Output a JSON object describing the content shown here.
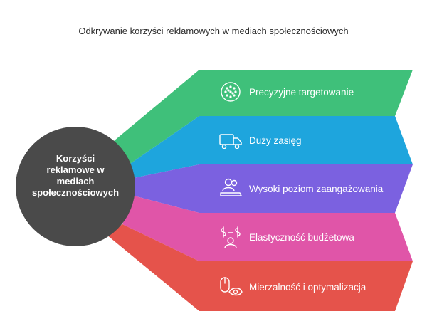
{
  "title": "Odkrywanie korzyści reklamowych w mediach społecznościowych",
  "hub": {
    "label_lines": [
      "Korzyści",
      "reklamowe w",
      "mediach",
      "społecznościowych"
    ],
    "color": "#4a4a4a"
  },
  "benefits": [
    {
      "label": "Precyzyjne targetowanie",
      "icon": "target-dots-icon",
      "color": "#3fc07a"
    },
    {
      "label": "Duży zasięg",
      "icon": "truck-icon",
      "color": "#1ea5dd"
    },
    {
      "label": "Wysoki poziom zaangażowania",
      "icon": "users-engagement-icon",
      "color": "#7b61e0"
    },
    {
      "label": "Elastyczność budżetowa",
      "icon": "budget-person-icon",
      "color": "#e055a8"
    },
    {
      "label": "Mierzalność i optymalizacja",
      "icon": "mouse-eye-icon",
      "color": "#e5534b"
    }
  ]
}
